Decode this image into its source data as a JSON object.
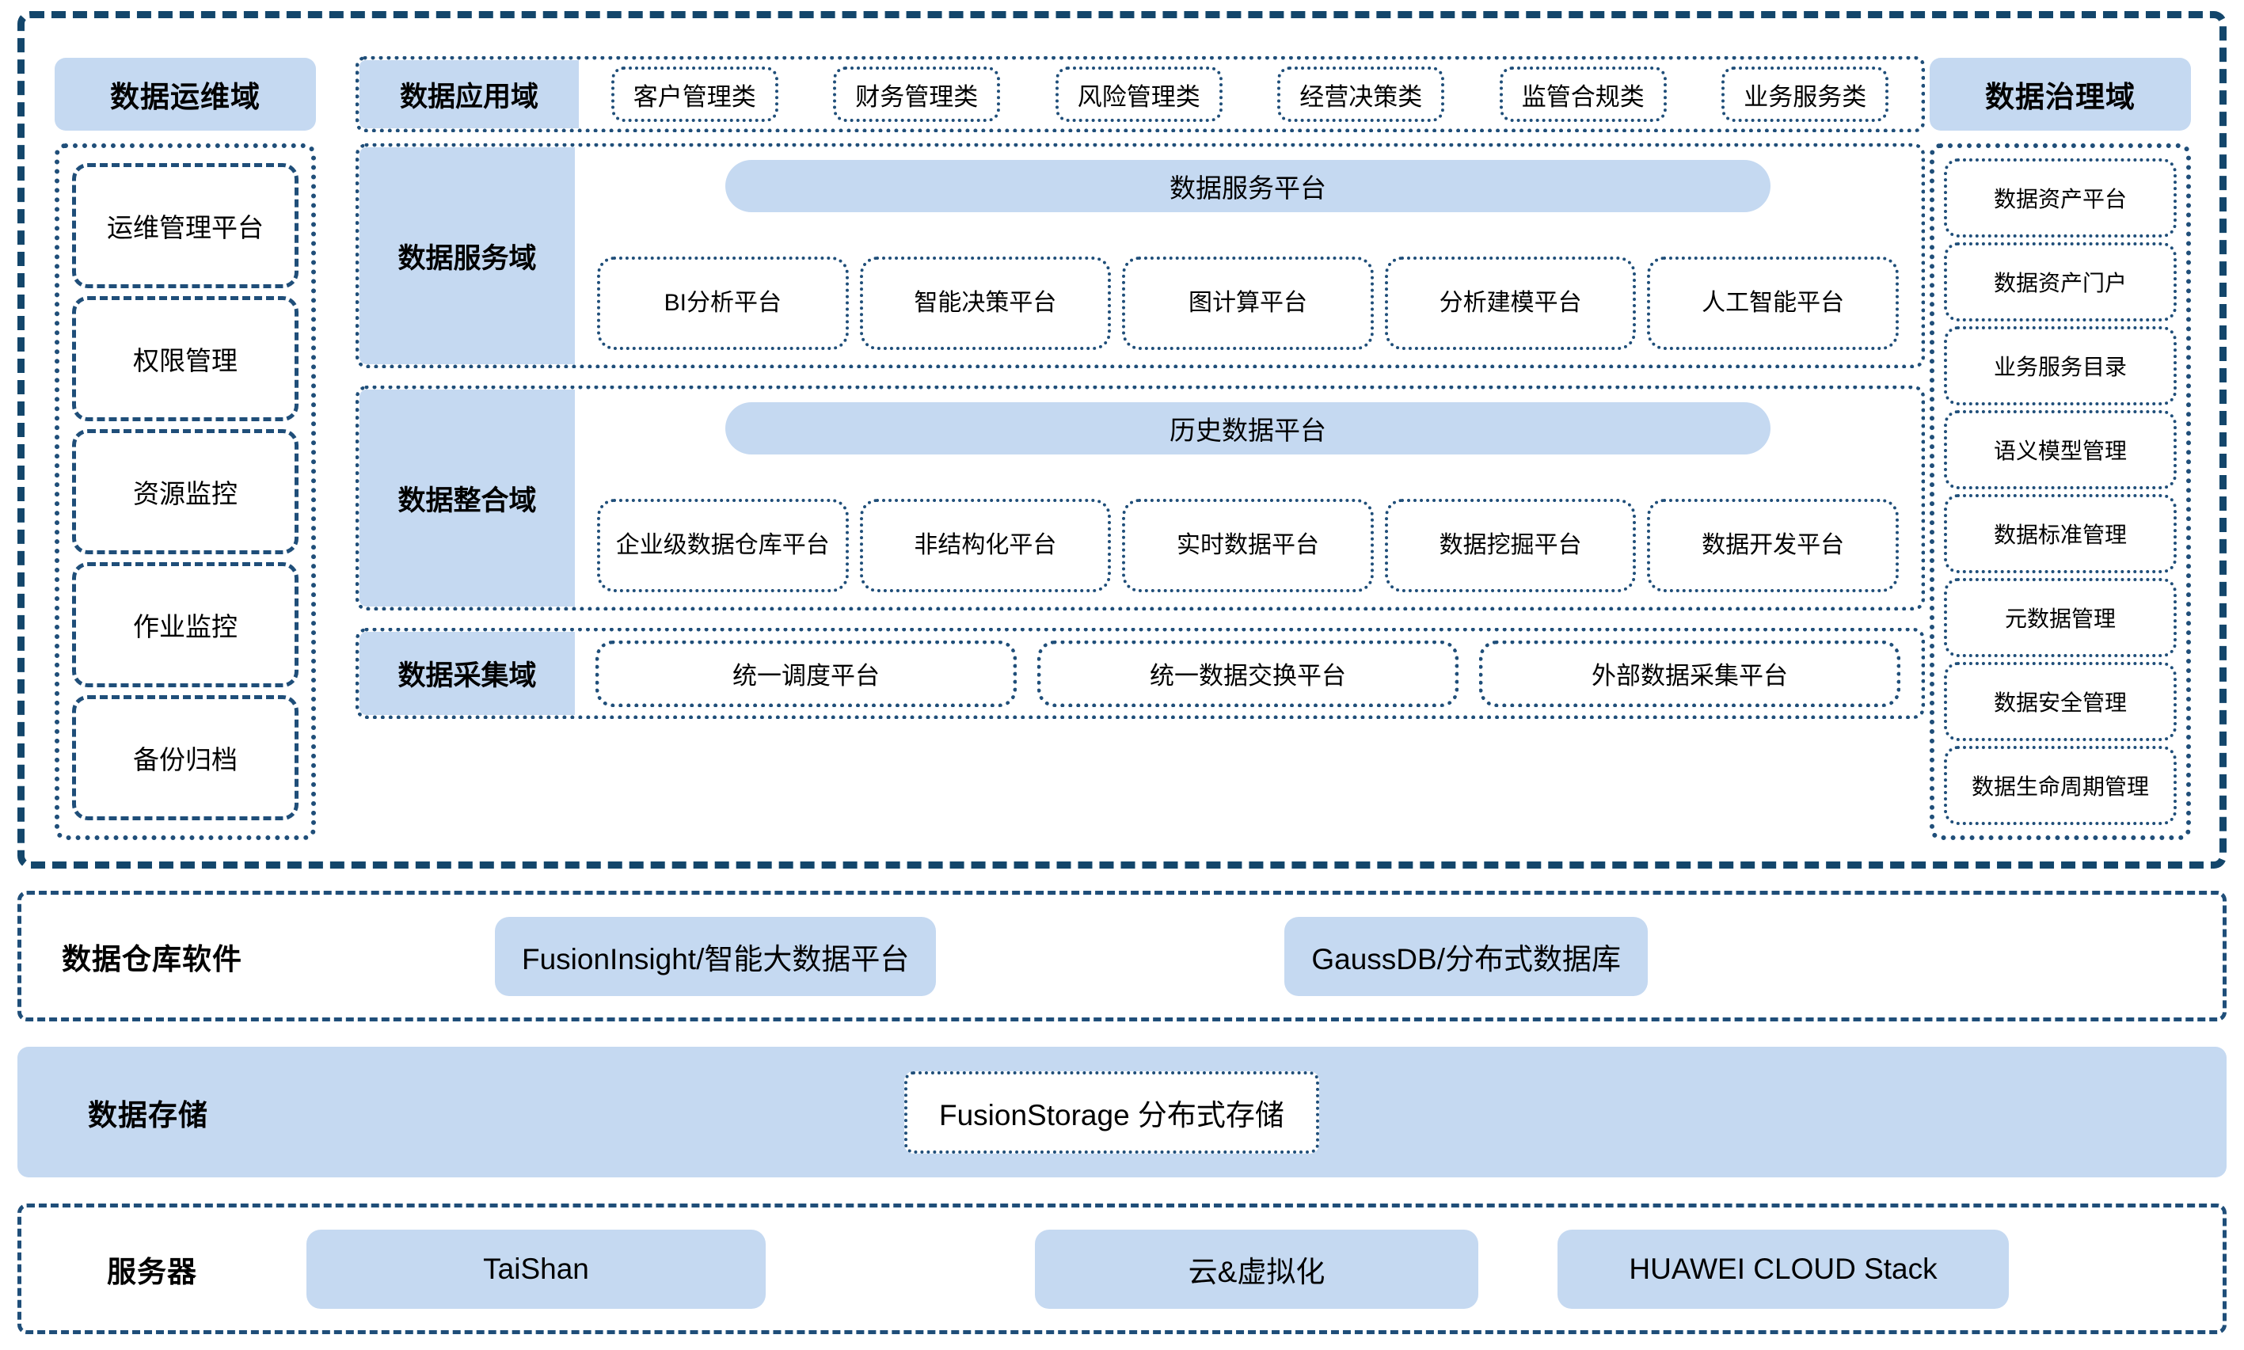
{
  "colors": {
    "fill_blue": "#C5D9F1",
    "border_navy": "#1F4E79",
    "frame_navy": "#13466B",
    "background": "#FFFFFF",
    "text": "#000000"
  },
  "platform_frame": {
    "ops_domain_title": "数据运维域",
    "gov_domain_title": "数据治理域"
  },
  "app_domain": {
    "label": "数据应用域",
    "items": [
      {
        "label": "客户管理类"
      },
      {
        "label": "财务管理类"
      },
      {
        "label": "风险管理类"
      },
      {
        "label": "经营决策类"
      },
      {
        "label": "监管合规类"
      },
      {
        "label": "业务服务类"
      }
    ]
  },
  "ops_domain": {
    "items": [
      {
        "label": "运维管理平台"
      },
      {
        "label": "权限管理"
      },
      {
        "label": "资源监控"
      },
      {
        "label": "作业监控"
      },
      {
        "label": "备份归档"
      }
    ]
  },
  "gov_domain": {
    "items": [
      {
        "label": "数据资产平台"
      },
      {
        "label": "数据资产门户"
      },
      {
        "label": "业务服务目录"
      },
      {
        "label": "语义模型管理"
      },
      {
        "label": "数据标准管理"
      },
      {
        "label": "元数据管理"
      },
      {
        "label": "数据安全管理"
      },
      {
        "label": "数据生命周期管理"
      }
    ]
  },
  "service_domain": {
    "label": "数据服务域",
    "banner": "数据服务平台",
    "items": [
      {
        "label": "BI分析平台"
      },
      {
        "label": "智能决策平台"
      },
      {
        "label": "图计算平台"
      },
      {
        "label": "分析建模平台"
      },
      {
        "label": "人工智能平台"
      }
    ]
  },
  "integration_domain": {
    "label": "数据整合域",
    "banner": "历史数据平台",
    "items": [
      {
        "label": "企业级数据仓库平台"
      },
      {
        "label": "非结构化平台"
      },
      {
        "label": "实时数据平台"
      },
      {
        "label": "数据挖掘平台"
      },
      {
        "label": "数据开发平台"
      }
    ]
  },
  "collection_domain": {
    "label": "数据采集域",
    "items": [
      {
        "label": "统一调度平台"
      },
      {
        "label": "统一数据交换平台"
      },
      {
        "label": "外部数据采集平台"
      }
    ]
  },
  "warehouse_software": {
    "label": "数据仓库软件",
    "items": [
      {
        "label": "FusionInsight/智能大数据平台"
      },
      {
        "label": "GaussDB/分布式数据库"
      }
    ]
  },
  "data_storage": {
    "label": "数据存储",
    "items": [
      {
        "label": "FusionStorage 分布式存储"
      }
    ]
  },
  "server": {
    "label": "服务器",
    "items": [
      {
        "label": "TaiShan"
      },
      {
        "label": "云&虚拟化"
      },
      {
        "label": "HUAWEI CLOUD Stack"
      }
    ]
  }
}
